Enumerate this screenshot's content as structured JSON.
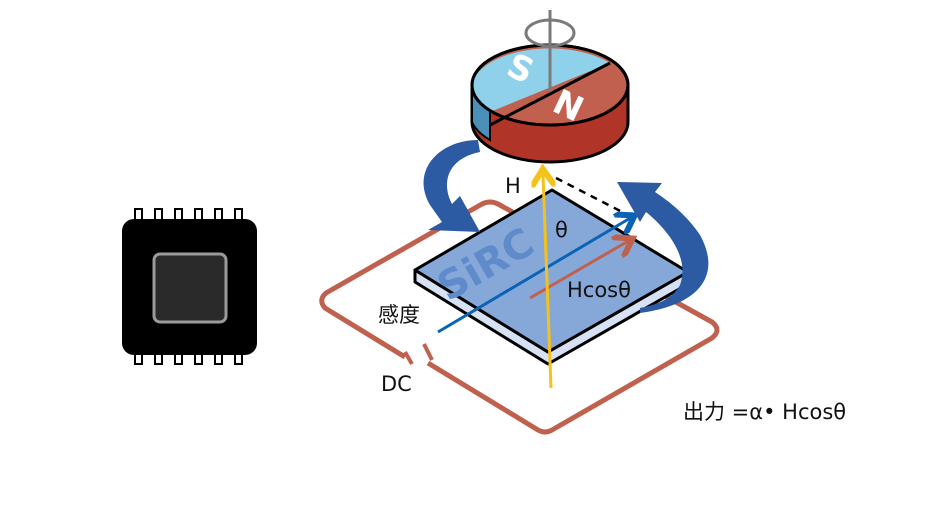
{
  "labels": {
    "h": "H",
    "theta": "θ",
    "hcos": "Hcosθ",
    "sensitivity": "感度",
    "dc": "DC",
    "output": "出力 =α• Hcosθ",
    "magnet_s": "S",
    "magnet_n": "N",
    "plate_logo": "SiRC"
  },
  "colors": {
    "magnet_s": "#8fd1ea",
    "magnet_n": "#c26050",
    "magnet_n_side": "#b03428",
    "plate": "#86a8d9",
    "circuit": "#c0604e",
    "field_arrow": "#f4c21a",
    "sensitivity_axis": "#0a63b5",
    "flux_arrow": "#2c5aa3"
  }
}
